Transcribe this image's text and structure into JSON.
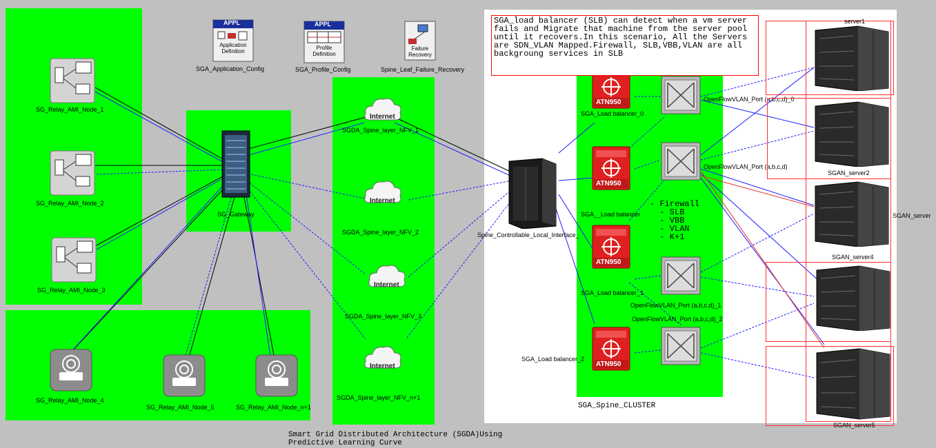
{
  "config": {
    "appl_badge": "APPL",
    "app_def_text": "Application Definition",
    "profile_def_text": "Profile Definition",
    "failure_text": "Failure Recovery",
    "app_config_label": "SGA_Application_Config",
    "profile_config_label": "SGA_Profile_Config",
    "failure_label": "Spine_Leaf_Failure_Recovery"
  },
  "relay_nodes": [
    "SG_Relay_AMI_Node_1",
    "SG_Relay_AMI_Node_2",
    "SG_Relay_AMI_Node_3",
    "SG_Relay_AMI_Node_4",
    "SG_Relay_AMI_Node_5",
    "SG_Relay_AMI_Node_n+1"
  ],
  "gateway_label": "SG_Gateway",
  "internet_text": "Internet",
  "spine_nfv": [
    "SGDA_Spine_layer_NFV_1",
    "SGDA_Spine_layer_NFV_2",
    "SGDA_Spine_layer_NFV_3",
    "SGDA_Spine_layer_NFV_n+1"
  ],
  "controller_label": "Spine_Controllable_Local_Interface_",
  "router_badge": "ATN950",
  "load_balancers": [
    "SGA_Load balancer_0",
    "SGA__Load balancer",
    "SGA_Load balancer_1",
    "SGA_Load balancer_2"
  ],
  "switch_ports": [
    "OpenFlowVLAN_Port (a,b,c,d)_0",
    "OpenFlowVLAN_Port (a,b,c,d)",
    "OpenFlowVLAN_Port (a,b,c,d)_1",
    "OpenFlowVLAN_Port (a,b,c,d)_2"
  ],
  "services_text": "- Firewall\n  - SLB\n  - VBB\n  - VLAN\n  - K+1",
  "cluster_label": "SGA_Spine_CLUSTER",
  "note_text": "SGA_load balancer (SLB) can detect when a vm server\nfails and Migrate that machine from the server pool\nuntil it recovers.In this scenario, All the Servers\nare SDN_VLAN Mapped.Firewall, SLB,VBB,VLAN are all\nbackgroung services in SLB",
  "servers": [
    "server1",
    "SGAN_server2",
    "SGAN_server",
    "SGAN_server4",
    "SGAN_server5"
  ],
  "caption_line1": "Smart Grid Distributed Architecture (SGDA)Using",
  "caption_line2": "Predictive Learning Curve",
  "colors": {
    "background": "#c0c0c0",
    "region": "#00ff00",
    "link_solid": "#000000",
    "link_blue": "#1a1aff",
    "router": "#e02020",
    "note_border": "#ff0000"
  }
}
